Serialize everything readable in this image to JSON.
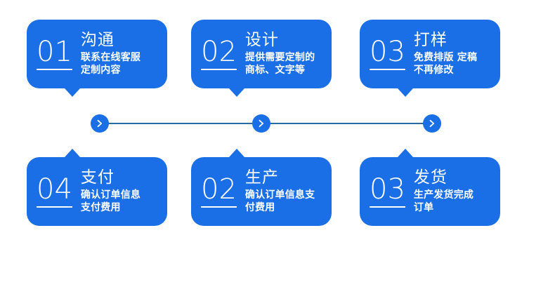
{
  "infographic": {
    "title_hidden": "",
    "colors": {
      "card_blue": "#1a6fe6",
      "line_blue": "#2a6ca8",
      "text_white": "#ffffff",
      "background": "#ffffff"
    },
    "steps": [
      {
        "number": "01",
        "title": "沟通",
        "desc_lines": [
          "联系在线客服",
          "定制内容"
        ],
        "notch": "down"
      },
      {
        "number": "02",
        "title": "设计",
        "desc_lines": [
          "提供需要定制的",
          "商标、文字等"
        ],
        "notch": "down"
      },
      {
        "number": "03",
        "title": "打样",
        "desc_lines": [
          "免费排版 定稿",
          "不再修改"
        ],
        "notch": "down"
      },
      {
        "number": "04",
        "title": "支付",
        "desc_lines": [
          "确认订单信息",
          "支付费用"
        ],
        "notch": "up"
      },
      {
        "number": "02",
        "title": "生产",
        "desc_lines": [
          "确认订单信息支",
          "付费用"
        ],
        "notch": "up"
      },
      {
        "number": "03",
        "title": "发货",
        "desc_lines": [
          "生产发货完成",
          "订单"
        ],
        "notch": "up"
      }
    ],
    "connector": {
      "nodes": [
        {
          "icon": "chevron-right-icon"
        },
        {
          "icon": "chevron-right-icon"
        },
        {
          "icon": "chevron-right-icon"
        }
      ]
    }
  }
}
